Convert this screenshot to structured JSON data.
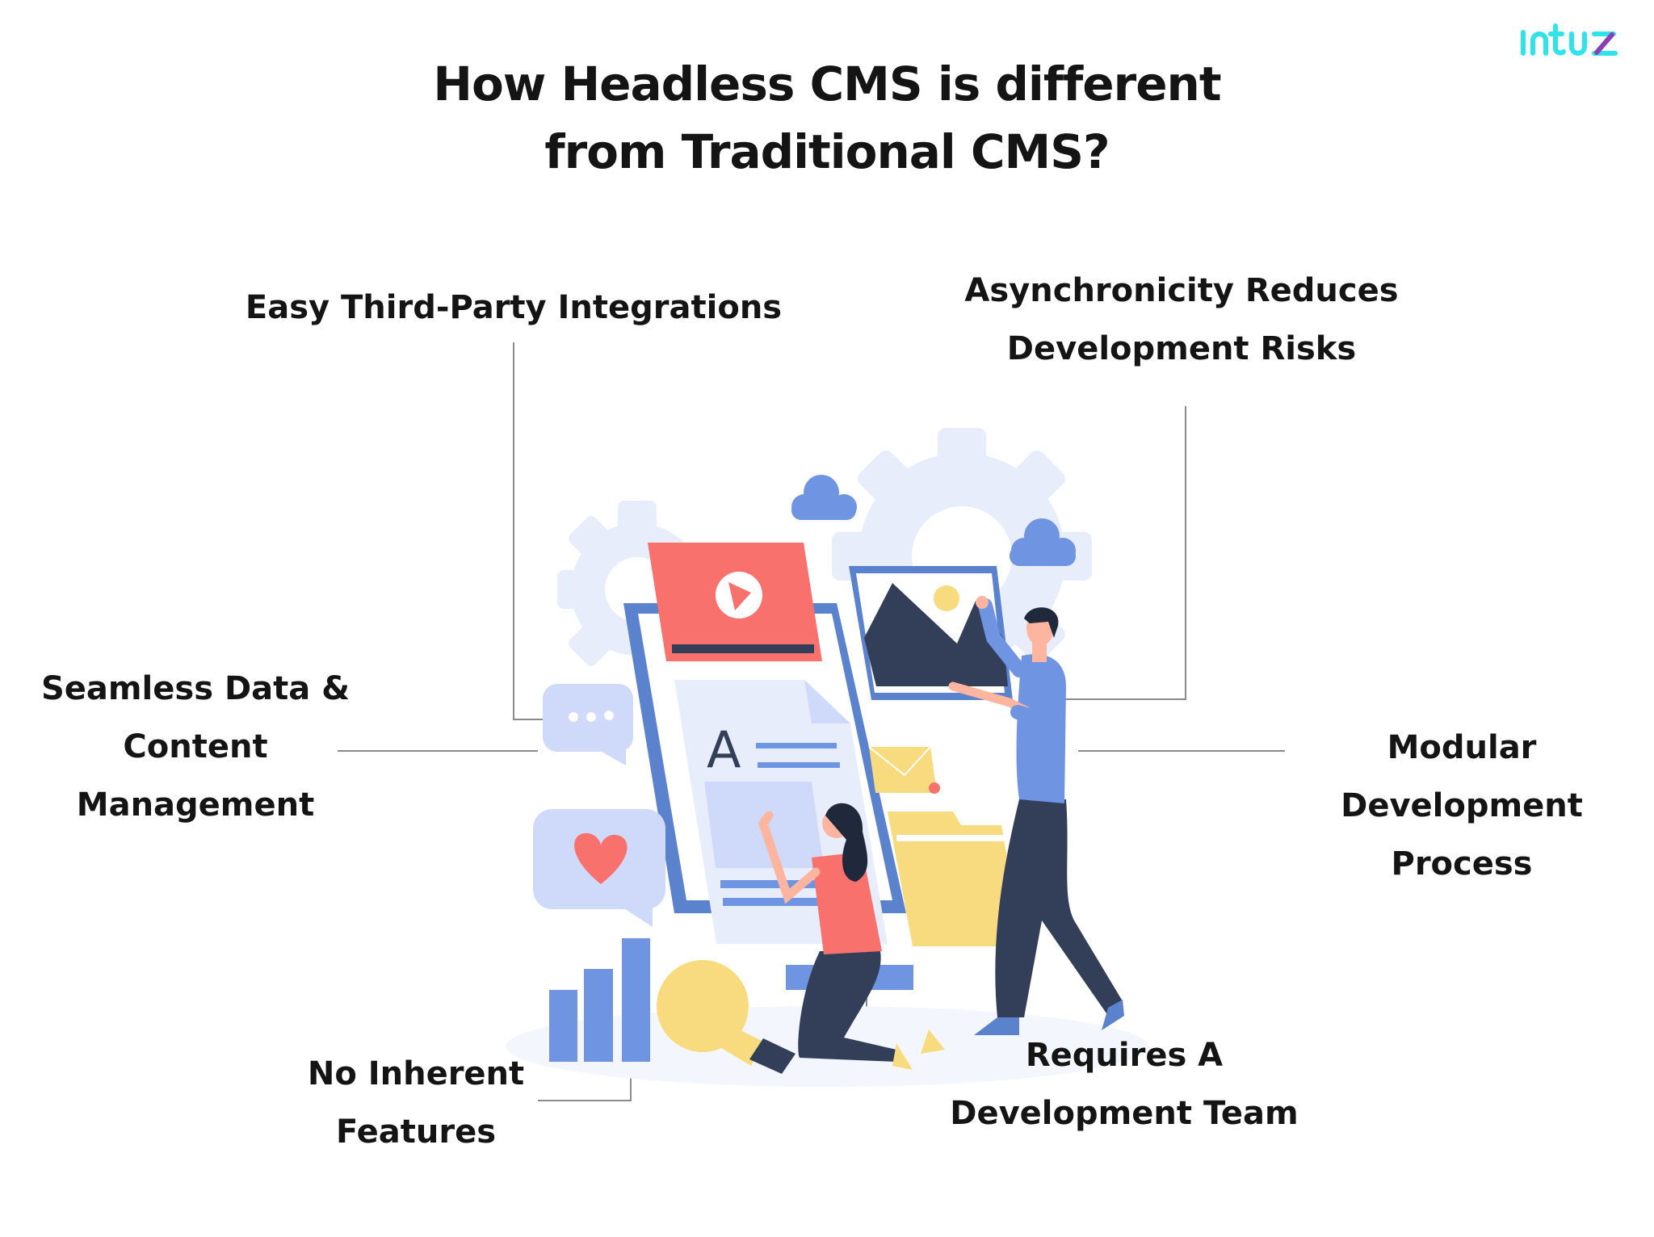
{
  "header": {
    "title_line1": "How Headless CMS is different",
    "title_line2": "from Traditional CMS?",
    "logo_text": "intuz"
  },
  "labels": {
    "integrations": [
      "Easy Third-Party Integrations"
    ],
    "asynchronicity": [
      "Asynchronicity Reduces",
      "Development Risks"
    ],
    "seamless": [
      "Seamless Data &",
      "Content",
      "Management"
    ],
    "modular": [
      "Modular",
      "Development",
      "Process"
    ],
    "no_features": [
      "No Inherent",
      "Features"
    ],
    "dev_team": [
      "Requires A",
      "Development Team"
    ]
  },
  "colors": {
    "logo_cyan": "#2fe3e8",
    "logo_purple": "#8a3fb8",
    "accent_blue": "#6f95e2",
    "accent_red": "#f8716c",
    "accent_yellow": "#f7db7e",
    "dark_navy": "#333f58"
  }
}
